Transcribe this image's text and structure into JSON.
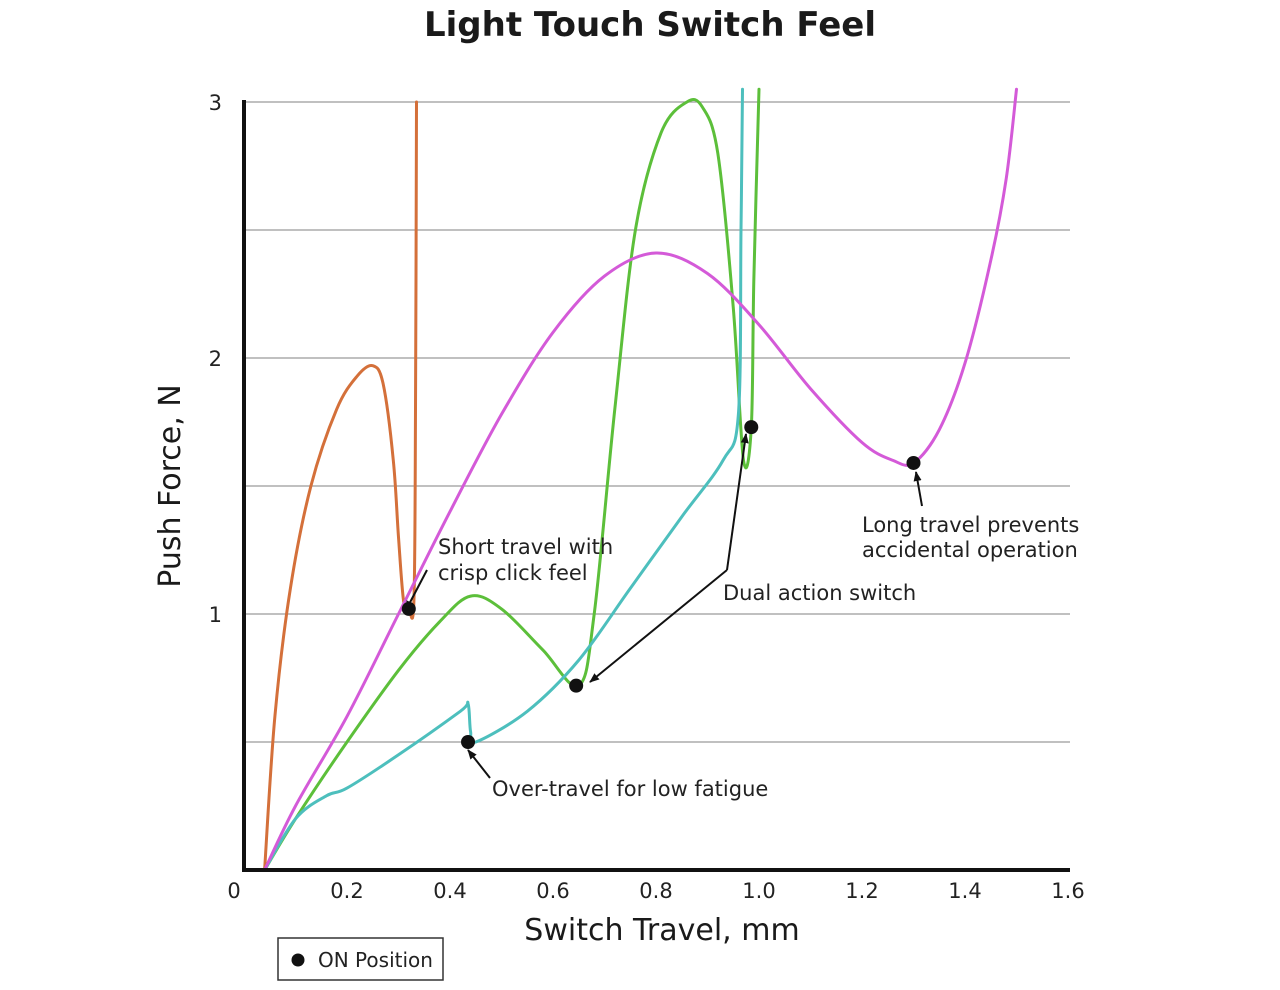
{
  "chart_data": {
    "type": "line",
    "title": "Light Touch Switch Feel",
    "xlabel": "Switch Travel, mm",
    "ylabel": "Push Force, N",
    "xlim": [
      0,
      1.6
    ],
    "ylim": [
      0,
      3
    ],
    "x_ticks": [
      {
        "value": 0,
        "label": "0"
      },
      {
        "value": 0.2,
        "label": "0.2"
      },
      {
        "value": 0.4,
        "label": "0.4"
      },
      {
        "value": 0.6,
        "label": "0.6"
      },
      {
        "value": 0.8,
        "label": "0.8"
      },
      {
        "value": 1.0,
        "label": "1.0"
      },
      {
        "value": 1.2,
        "label": "1.2"
      },
      {
        "value": 1.4,
        "label": "1.4"
      },
      {
        "value": 1.6,
        "label": "1.6"
      }
    ],
    "y_ticks": [
      {
        "value": 1,
        "label": "1"
      },
      {
        "value": 2,
        "label": "2"
      },
      {
        "value": 3,
        "label": "3"
      }
    ],
    "gridlines_y": [
      0.5,
      1,
      1.5,
      2,
      2.5,
      3
    ],
    "series": [
      {
        "color": "#d4703a",
        "points": [
          [
            0.04,
            0
          ],
          [
            0.06,
            0.6
          ],
          [
            0.09,
            1.1
          ],
          [
            0.13,
            1.5
          ],
          [
            0.18,
            1.8
          ],
          [
            0.22,
            1.93
          ],
          [
            0.25,
            1.97
          ],
          [
            0.27,
            1.9
          ],
          [
            0.29,
            1.6
          ],
          [
            0.3,
            1.3
          ],
          [
            0.31,
            1.05
          ],
          [
            0.32,
            1.02
          ],
          [
            0.33,
            1.05
          ],
          [
            0.333,
            1.8
          ],
          [
            0.335,
            3.0
          ]
        ]
      },
      {
        "color": "#5cbf3a",
        "points": [
          [
            0.04,
            0
          ],
          [
            0.1,
            0.2
          ],
          [
            0.2,
            0.5
          ],
          [
            0.3,
            0.78
          ],
          [
            0.38,
            0.97
          ],
          [
            0.44,
            1.07
          ],
          [
            0.5,
            1.02
          ],
          [
            0.58,
            0.86
          ],
          [
            0.65,
            0.72
          ],
          [
            0.68,
            1.0
          ],
          [
            0.72,
            1.8
          ],
          [
            0.76,
            2.5
          ],
          [
            0.81,
            2.88
          ],
          [
            0.86,
            3.0
          ],
          [
            0.89,
            2.98
          ],
          [
            0.92,
            2.8
          ],
          [
            0.95,
            2.2
          ],
          [
            0.97,
            1.6
          ],
          [
            0.985,
            1.73
          ],
          [
            0.99,
            2.3
          ],
          [
            1.0,
            3.05
          ]
        ]
      },
      {
        "color": "#4dbfbd",
        "points": [
          [
            0.04,
            0
          ],
          [
            0.1,
            0.2
          ],
          [
            0.16,
            0.29
          ],
          [
            0.2,
            0.32
          ],
          [
            0.3,
            0.45
          ],
          [
            0.42,
            0.62
          ],
          [
            0.435,
            0.65
          ],
          [
            0.44,
            0.54
          ],
          [
            0.45,
            0.5
          ],
          [
            0.55,
            0.62
          ],
          [
            0.65,
            0.82
          ],
          [
            0.75,
            1.1
          ],
          [
            0.85,
            1.38
          ],
          [
            0.93,
            1.6
          ],
          [
            0.96,
            1.78
          ],
          [
            0.965,
            2.5
          ],
          [
            0.968,
            3.05
          ]
        ]
      },
      {
        "color": "#d45ad8",
        "points": [
          [
            0.04,
            0
          ],
          [
            0.1,
            0.25
          ],
          [
            0.2,
            0.6
          ],
          [
            0.3,
            1.0
          ],
          [
            0.4,
            1.4
          ],
          [
            0.5,
            1.78
          ],
          [
            0.6,
            2.1
          ],
          [
            0.7,
            2.32
          ],
          [
            0.8,
            2.41
          ],
          [
            0.9,
            2.33
          ],
          [
            1.0,
            2.13
          ],
          [
            1.1,
            1.88
          ],
          [
            1.2,
            1.67
          ],
          [
            1.26,
            1.6
          ],
          [
            1.3,
            1.59
          ],
          [
            1.35,
            1.72
          ],
          [
            1.4,
            1.98
          ],
          [
            1.45,
            2.38
          ],
          [
            1.48,
            2.7
          ],
          [
            1.5,
            3.05
          ]
        ]
      }
    ],
    "on_positions": [
      [
        0.32,
        1.02
      ],
      [
        0.645,
        0.72
      ],
      [
        0.435,
        0.5
      ],
      [
        0.985,
        1.73
      ],
      [
        1.3,
        1.59
      ]
    ],
    "annotations": [
      {
        "lines": [
          "Short travel with",
          "crisp click feel"
        ]
      },
      {
        "lines": [
          "Dual action switch"
        ]
      },
      {
        "lines": [
          "Over-travel for low fatigue"
        ]
      },
      {
        "lines": [
          "Long travel prevents",
          "accidental operation"
        ]
      }
    ],
    "legend": {
      "label": "ON Position",
      "position": "bottom-left"
    }
  }
}
